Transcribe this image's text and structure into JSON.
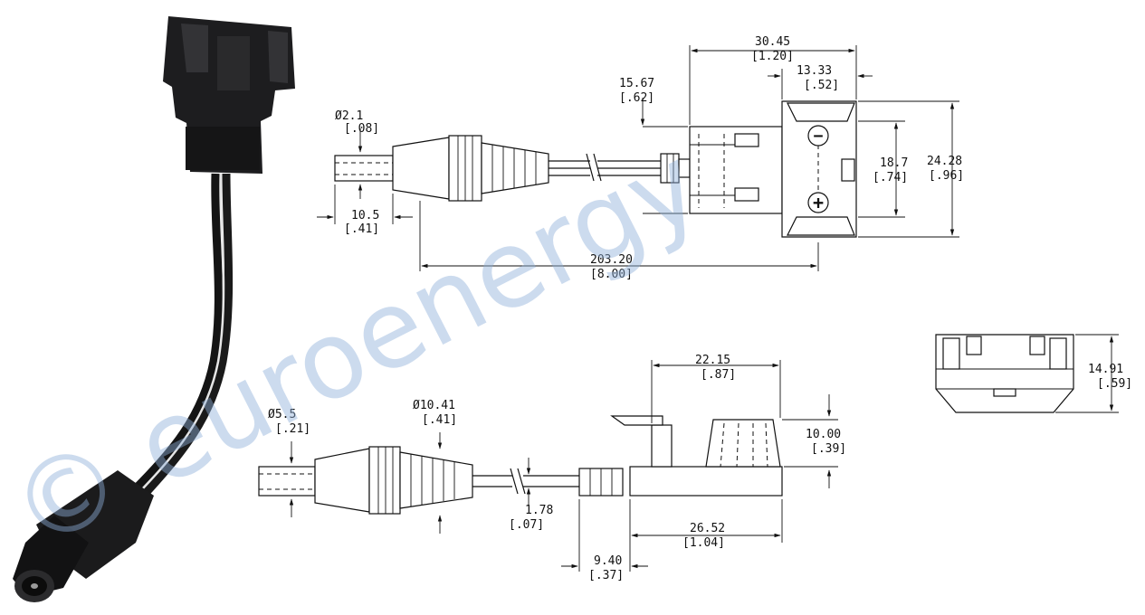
{
  "watermark": "© euroenergy",
  "top_view": {
    "pin_dia": "Ø2.1",
    "pin_dia_in": "[.08]",
    "pin_len": "10.5",
    "pin_len_in": "[.41]",
    "overall_len": "203.20",
    "overall_len_in": "[8.00]",
    "offset": "15.67",
    "offset_in": "[.62]",
    "housing_w": "30.45",
    "housing_w_in": "[1.20]",
    "slot_w": "13.33",
    "slot_w_in": "[.52]",
    "inner_h": "18.7",
    "inner_h_in": "[.74]",
    "outer_h": "24.28",
    "outer_h_in": "[.96]",
    "minus": "−",
    "plus": "+"
  },
  "side_view": {
    "tip_dia": "Ø5.5",
    "tip_dia_in": "[.21]",
    "body_dia": "Ø10.41",
    "body_dia_in": "[.41]",
    "wire": "1.78",
    "wire_in": "[.07]",
    "gap": "9.40",
    "gap_in": "[.37]",
    "base_len": "26.52",
    "base_len_in": "[1.04]",
    "top_len": "22.15",
    "top_len_in": "[.87]",
    "height": "10.00",
    "height_in": "[.39]"
  },
  "end_view": {
    "height": "14.91",
    "height_in": "[.59]"
  }
}
